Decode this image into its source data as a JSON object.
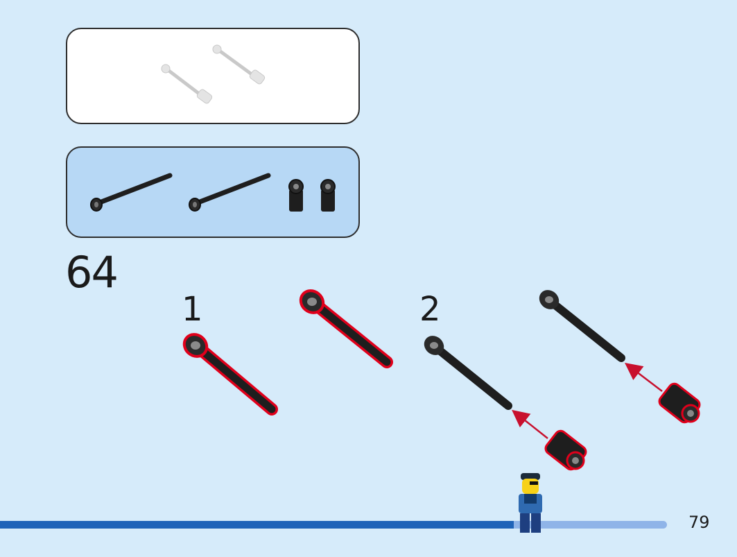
{
  "instruction": {
    "step_number": "64",
    "sub_steps": [
      "1",
      "2"
    ],
    "page_number": "79",
    "progress": 0.77
  },
  "parts_needed": [
    {
      "part": "black-axle-pin-long",
      "quantity": 2
    },
    {
      "part": "black-connector-clip",
      "quantity": 2
    }
  ],
  "colors": {
    "background": "#d6ebfa",
    "parts_panel": "#b7d8f5",
    "highlight": "#e0001b",
    "progress_fill": "#1f63b8",
    "progress_track": "#8fb4e8"
  }
}
